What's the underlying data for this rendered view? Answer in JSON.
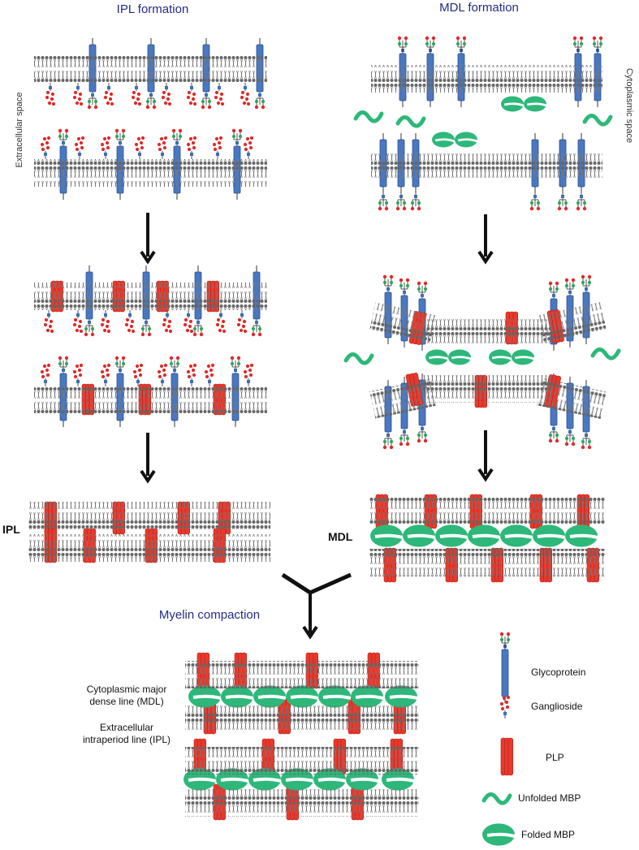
{
  "titles": {
    "ipl_formation": "IPL formation",
    "mdl_formation": "MDL formation",
    "myelin_compaction": "Myelin compaction"
  },
  "side_labels": {
    "extracellular_space": "Extracellular space",
    "cytoplasmic_space": "Cytoplasmic space"
  },
  "stage_labels": {
    "ipl": "IPL",
    "mdl": "MDL"
  },
  "compaction_labels": {
    "mdl_line1": "Cytoplasmic major",
    "mdl_line2": "dense line (MDL)",
    "ipl_line1": "Extracellular",
    "ipl_line2": "intraperiod line (IPL)"
  },
  "legend": [
    {
      "key": "glycoprotein",
      "label": "Glycoprotein"
    },
    {
      "key": "ganglioside",
      "label": "Ganglioside"
    },
    {
      "key": "plp",
      "label": "PLP"
    },
    {
      "key": "unfolded_mbp",
      "label": "Unfolded MBP"
    },
    {
      "key": "folded_mbp",
      "label": "Folded MBP"
    }
  ],
  "colors": {
    "glycoprotein": "#4a78c0",
    "plp": "#e8392c",
    "mbp": "#2db87a",
    "title": "#252b86",
    "lipid": "#555555"
  }
}
